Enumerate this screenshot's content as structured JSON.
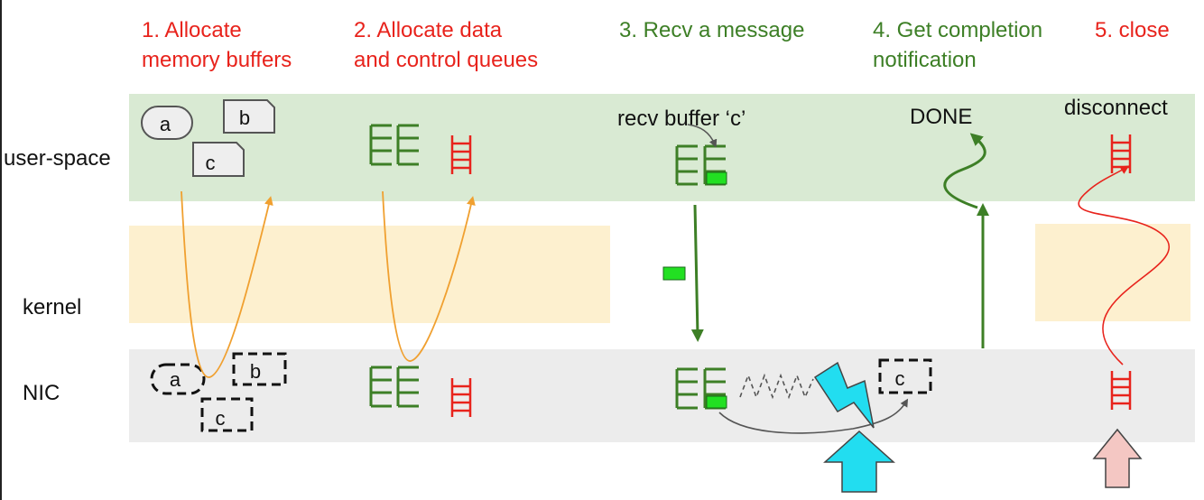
{
  "colors": {
    "red": "#e8231c",
    "green": "#3d7f26",
    "orange": "#f0a030",
    "user_band": "#d9ead3",
    "kernel_band": "#fdf0cf",
    "nic_band": "#ececec",
    "bright_green": "#22e022",
    "cyan": "#22ddf0",
    "pink": "#f4c7c3"
  },
  "steps": [
    {
      "line1": "1. Allocate",
      "line2": "memory buffers",
      "color": "red"
    },
    {
      "line1": "2. Allocate data",
      "line2": "and control queues",
      "color": "red"
    },
    {
      "line1": "3. Recv a message",
      "line2": "",
      "color": "green"
    },
    {
      "line1": "4. Get completion",
      "line2": "notification",
      "color": "green"
    },
    {
      "line1": "5. close",
      "line2": "",
      "color": "red"
    }
  ],
  "layers": {
    "user": "user-space",
    "kernel": "kernel",
    "nic": "NIC"
  },
  "buffers": {
    "a": "a",
    "b": "b",
    "c": "c"
  },
  "annotations": {
    "recv_buffer": "recv buffer ‘c’",
    "done": "DONE",
    "disconnect": "disconnect"
  },
  "icons": [
    "queue-icon",
    "lightning-icon",
    "up-arrow-icon"
  ]
}
